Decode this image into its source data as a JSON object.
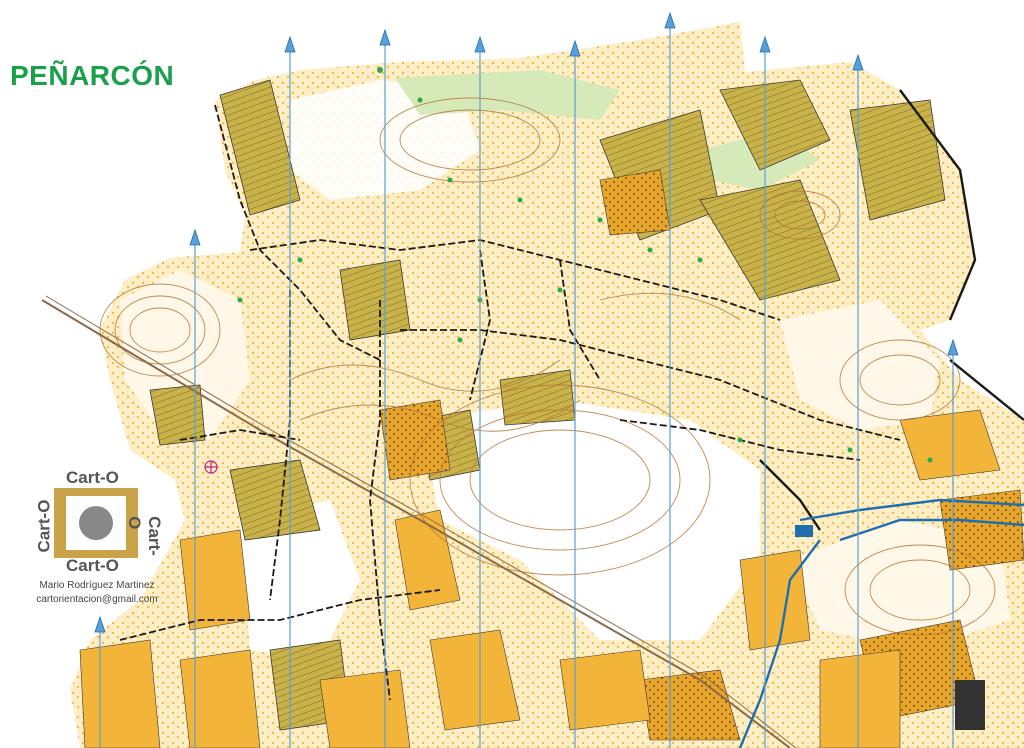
{
  "map": {
    "title": "PEÑARCÓN",
    "colors": {
      "title": "#1aa04a",
      "open_land": "#f3b43a",
      "rough_open": "#fde0a0",
      "cultivated": "#c9b24a",
      "green_veg": "#9ec85a",
      "forest": "#ffffff",
      "paths": "#1a1a1a",
      "contours": "#b8773a",
      "water": "#1f6fb0",
      "north_lines": "#5aa0d8"
    },
    "logo": {
      "name": "Cart-O",
      "label_top": "Cart-O",
      "label_right": "Cart-O",
      "label_left": "Cart-O",
      "label_bottom": "Cart-O"
    },
    "credit": {
      "author": "Mario Rodríguez Martinez",
      "email": "cartorientacion@gmail.com"
    },
    "icons": [
      "north-arrow-icon",
      "control-flag-icon",
      "cart-o-logo-icon"
    ]
  }
}
